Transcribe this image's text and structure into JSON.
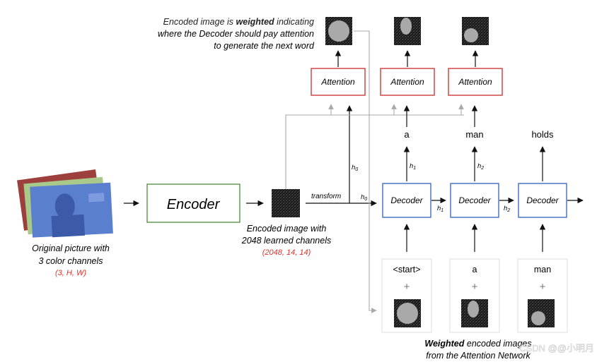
{
  "annotation_top": {
    "line1_prefix": "Encoded image is",
    "line1_bold": "weighted",
    "line1_suffix": "indicating",
    "line2": "where the Decoder should pay attention",
    "line3": "to generate the next word"
  },
  "input_caption": {
    "line1": "Original picture with",
    "line2": "3 color channels",
    "shape": "(3, H, W)"
  },
  "encoder": {
    "label": "Encoder"
  },
  "encoded": {
    "line1": "Encoded image with",
    "line2": "2048 learned channels",
    "shape": "(2048, 14, 14)"
  },
  "transform_label": "transform",
  "hidden": {
    "h0": "h",
    "h0_sub": "0",
    "h1": "h",
    "h1_sub": "1",
    "h2": "h",
    "h2_sub": "2"
  },
  "attention_label": "Attention",
  "decoder_label": "Decoder",
  "outputs": [
    "a",
    "man",
    "holds"
  ],
  "inputs": [
    "<start>",
    "a",
    "man"
  ],
  "plus": "+",
  "caption_bottom": {
    "bold": "Weighted",
    "rest": "encoded images",
    "line2": "from the Attention Network"
  },
  "watermark": "CSDN @@小明月",
  "colors": {
    "attention_border": "#cc2b2b",
    "decoder_border": "#2f5fbf",
    "encoder_border": "#4e8a3a",
    "shape_text": "#e0302a",
    "gray_arrow": "#a9a9a9",
    "line": "#111111"
  }
}
